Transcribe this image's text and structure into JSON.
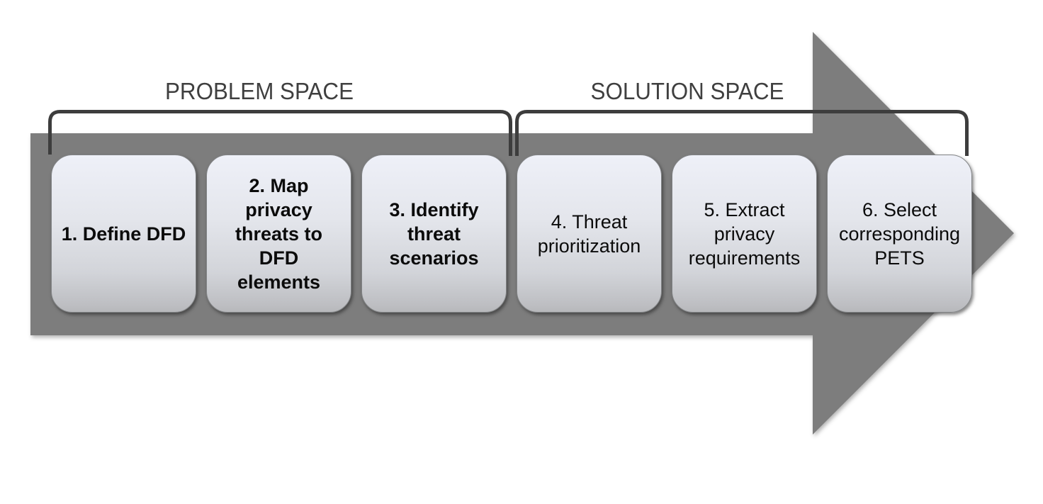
{
  "diagram": {
    "problem_space": {
      "label": "PROBLEM SPACE",
      "step_numbers": [
        1,
        2,
        3
      ]
    },
    "solution_space": {
      "label": "SOLUTION SPACE",
      "step_numbers": [
        4,
        5,
        6
      ]
    },
    "steps": [
      {
        "number": 1,
        "space": "problem",
        "bold": true,
        "label": "1. Define DFD"
      },
      {
        "number": 2,
        "space": "problem",
        "bold": true,
        "label": "2. Map\nprivacy\nthreats to\nDFD\nelements"
      },
      {
        "number": 3,
        "space": "problem",
        "bold": true,
        "label": "3. Identify\nthreat\nscenarios"
      },
      {
        "number": 4,
        "space": "solution",
        "bold": false,
        "label": "4. Threat\nprioritization"
      },
      {
        "number": 5,
        "space": "solution",
        "bold": false,
        "label": "5. Extract\nprivacy\nrequirements"
      },
      {
        "number": 6,
        "space": "solution",
        "bold": false,
        "label": "6. Select\ncorresponding\nPETS"
      }
    ],
    "colors": {
      "arrow_fill": "#7d7d7d",
      "bracket_stroke": "#3d3d3d",
      "space_label_text": "#3f3f3f",
      "step_box_gradient_top": "#eef0f8",
      "step_box_gradient_bottom": "#b7b8bb",
      "step_box_border": "#828486",
      "step_text": "#0b0b0b",
      "background": "#ffffff"
    }
  }
}
